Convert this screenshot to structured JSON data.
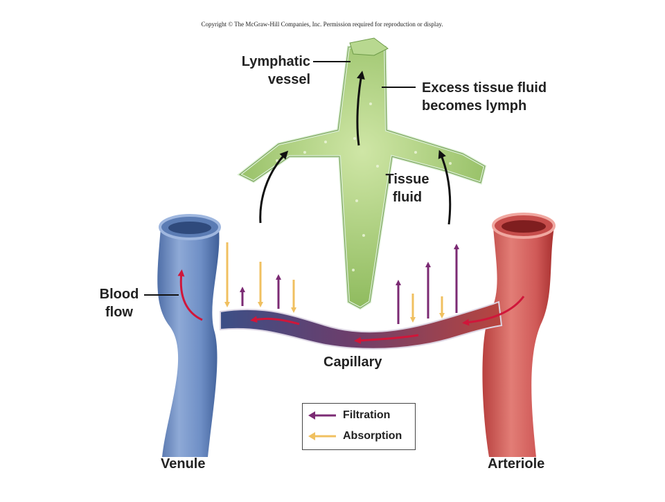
{
  "copyright": "Copyright © The McGraw-Hill Companies, Inc. Permission required for reproduction or display.",
  "labels": {
    "lymphatic_vessel": [
      "Lymphatic",
      "vessel"
    ],
    "excess_fluid": [
      "Excess tissue fluid",
      "becomes lymph"
    ],
    "tissue_fluid": [
      "Tissue",
      "fluid"
    ],
    "blood_flow": [
      "Blood",
      "flow"
    ],
    "capillary": "Capillary",
    "venule": "Venule",
    "arteriole": "Arteriole"
  },
  "legend": {
    "filtration": "Filtration",
    "absorption": "Absorption"
  },
  "colors": {
    "filtration": "#7b2a73",
    "absorption": "#f0c060",
    "blood_flow_arrow": "#d0163a",
    "venule": "#6f8fc0",
    "arteriole": "#d05a58",
    "lymph": "#a9cf7a"
  }
}
